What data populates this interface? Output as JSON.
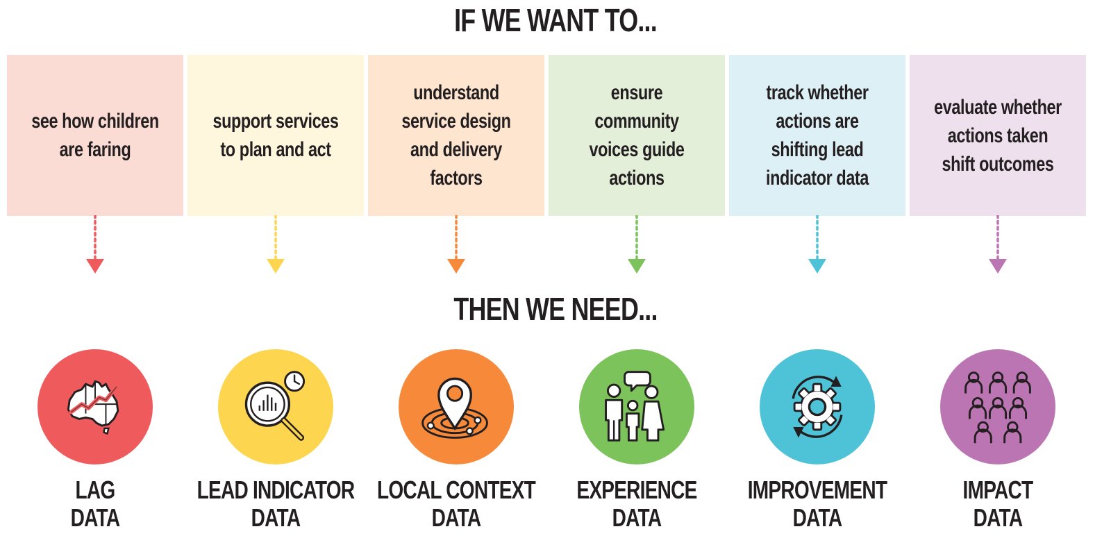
{
  "header": {
    "top": "IF WE WANT TO...",
    "middle": "THEN WE NEED..."
  },
  "columns": [
    {
      "goal": "see how children\nare faring",
      "label_line1": "LAG",
      "label_line2": "DATA",
      "icon": "australia-map-trend-icon",
      "box_color": "#fbdcd5",
      "accent": "#ef5a5d"
    },
    {
      "goal": "support services\nto plan and act",
      "label_line1": "LEAD INDICATOR",
      "label_line2": "DATA",
      "icon": "magnifier-clock-icon",
      "box_color": "#fef6dd",
      "accent": "#fdd54e"
    },
    {
      "goal": "understand\nservice design\nand delivery\nfactors",
      "label_line1": "LOCAL CONTEXT",
      "label_line2": "DATA",
      "icon": "location-pin-icon",
      "box_color": "#fde5cf",
      "accent": "#f6893a"
    },
    {
      "goal": "ensure\ncommunity\nvoices guide\nactions",
      "label_line1": "EXPERIENCE",
      "label_line2": "DATA",
      "icon": "family-speech-icon",
      "box_color": "#e4efda",
      "accent": "#7dc35b"
    },
    {
      "goal": "track whether\nactions are\nshifting lead\nindicator data",
      "label_line1": "IMPROVEMENT",
      "label_line2": "DATA",
      "icon": "gear-cycle-icon",
      "box_color": "#dcf0f6",
      "accent": "#4ec3d8"
    },
    {
      "goal": "evaluate whether\nactions taken\nshift outcomes",
      "label_line1": "IMPACT",
      "label_line2": "DATA",
      "icon": "people-group-icon",
      "box_color": "#efe0ee",
      "accent": "#bb75b3"
    }
  ]
}
